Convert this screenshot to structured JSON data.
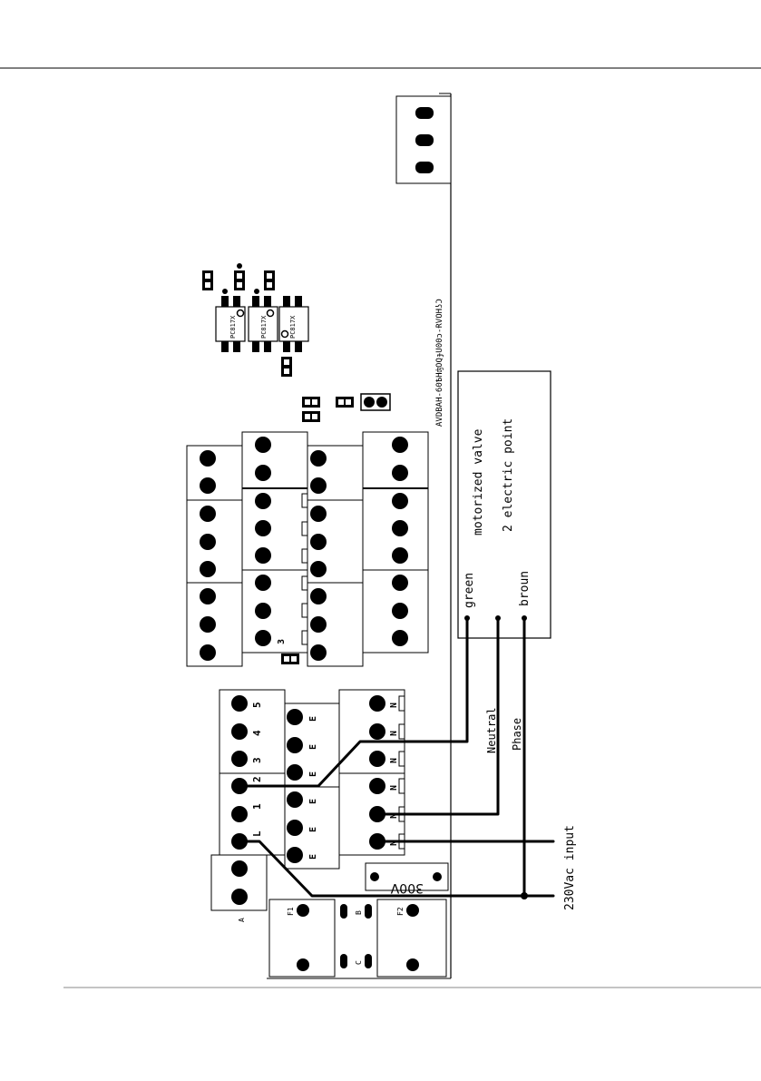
{
  "valve_box": {
    "title": "motorized valve",
    "subtitle": "2 electric point",
    "wires": [
      "green",
      "broun"
    ]
  },
  "wire_labels": {
    "neutral": "Neutral",
    "phase": "Phase",
    "input": "230Vac input"
  },
  "board": {
    "code": "AVDBAH-60ѢHʤOQɟU00ɔ-ɌVОНʖƆ",
    "ic_label": "PC817X",
    "capacitor_label": "300V",
    "fuse_labels": [
      "F1",
      "F2"
    ],
    "jumper_labels": [
      "B",
      "C"
    ],
    "connector_a_label": "A",
    "block_number": "3"
  },
  "terminals": {
    "left_labels": [
      "5",
      "4",
      "3",
      "2",
      "1",
      "L"
    ],
    "earth_label": "E",
    "neutral_label": "N"
  }
}
